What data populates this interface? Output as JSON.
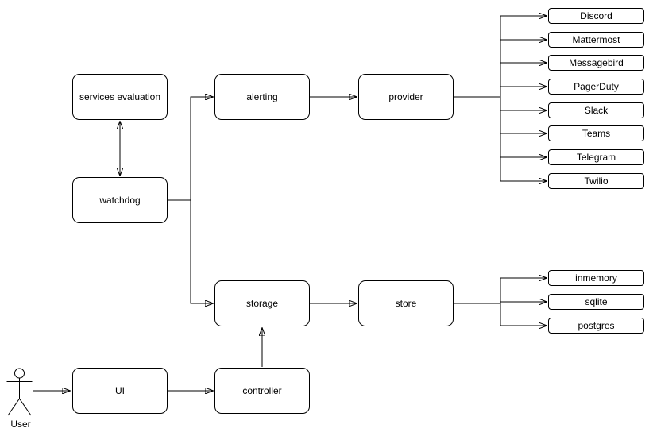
{
  "diagram": {
    "actor": {
      "label": "User"
    },
    "nodes": {
      "services_evaluation": {
        "label": "services evaluation"
      },
      "watchdog": {
        "label": "watchdog"
      },
      "alerting": {
        "label": "alerting"
      },
      "provider": {
        "label": "provider"
      },
      "storage": {
        "label": "storage"
      },
      "store": {
        "label": "store"
      },
      "ui": {
        "label": "UI"
      },
      "controller": {
        "label": "controller"
      }
    },
    "providers": [
      "Discord",
      "Mattermost",
      "Messagebird",
      "PagerDuty",
      "Slack",
      "Teams",
      "Telegram",
      "Twilio"
    ],
    "stores": [
      "inmemory",
      "sqlite",
      "postgres"
    ],
    "colors": {
      "line": "#000000",
      "text": "#000000",
      "node_fill": "#ffffff",
      "canvas": "#ffffff"
    }
  }
}
